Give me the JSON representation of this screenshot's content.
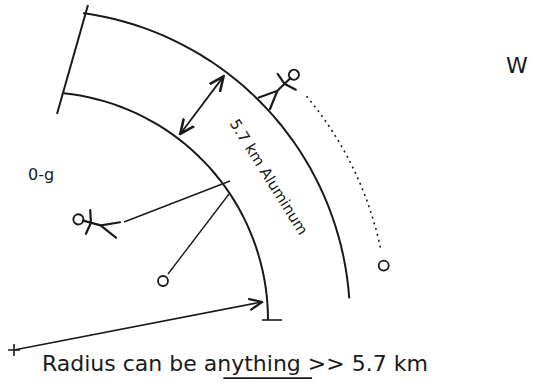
{
  "diagram": {
    "labels": [
      "W",
      "0-g",
      "5.7 km Aluminum",
      "Radius can be anything >> 5.7 km"
    ]
  }
}
